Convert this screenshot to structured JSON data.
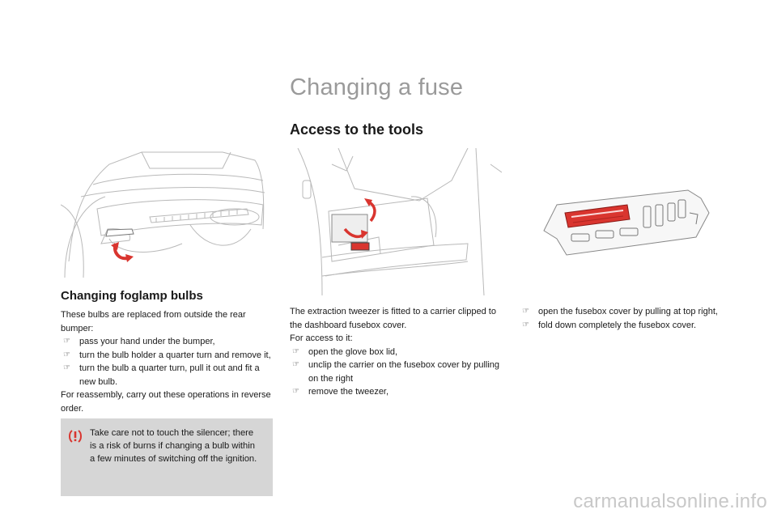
{
  "page": {
    "title": "Changing a fuse",
    "watermark": "carmanualsonline.info"
  },
  "left": {
    "heading": "Changing foglamp bulbs",
    "intro": "These bulbs are replaced from outside the rear bumper:",
    "bullets": [
      "pass your hand under the bumper,",
      "turn the bulb holder a quarter turn and remove it,",
      "turn the bulb a quarter turn, pull it out and fit a new bulb."
    ],
    "outro": "For reassembly, carry out these operations in reverse order.",
    "warning": "Take care not to touch the silencer; there is a risk of burns if changing a bulb within a few minutes of switching off the ignition."
  },
  "middle": {
    "heading": "Access to the tools",
    "para1": "The extraction tweezer is fitted to a carrier clipped to the dashboard fusebox cover.",
    "para2": "For access to it:",
    "bullets": [
      "open the glove box lid,",
      "unclip the carrier on the fusebox cover by pulling on the right",
      "remove the tweezer,"
    ]
  },
  "right": {
    "bullets": [
      "open the fusebox cover by pulling at top right,",
      "fold down completely the fusebox cover."
    ]
  },
  "icons": {
    "bullet": "hand-pointer-icon",
    "warning": "warning-exclamation-icon"
  },
  "colors": {
    "accent_red": "#d9352f",
    "title_gray": "#9a9a9a",
    "warning_bg": "#d6d6d6"
  }
}
